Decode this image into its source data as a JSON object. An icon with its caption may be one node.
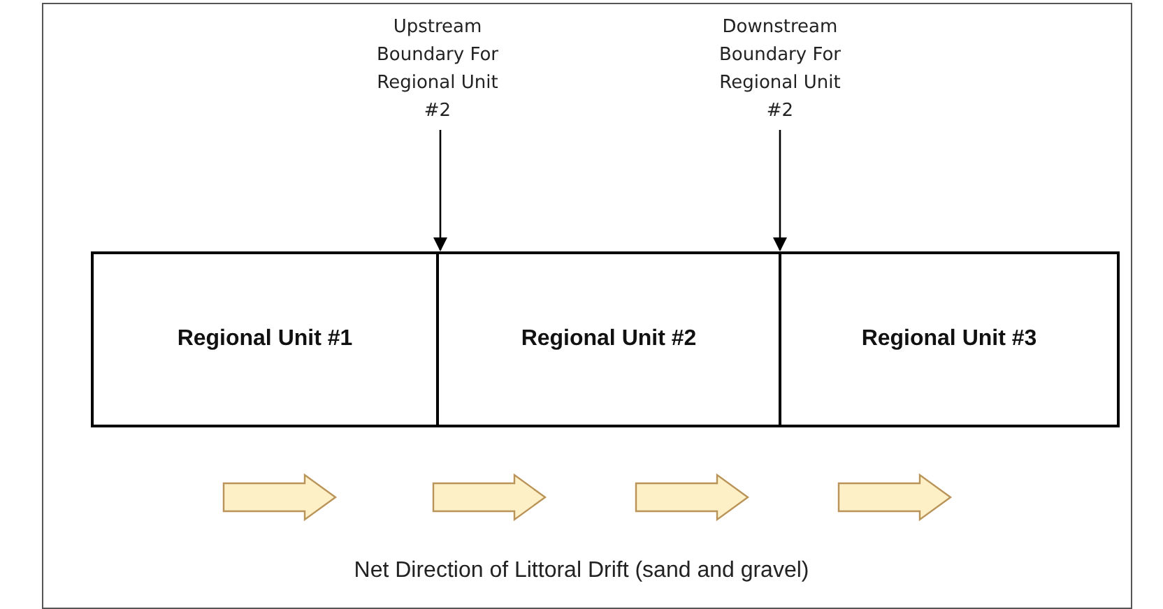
{
  "diagram": {
    "nodes": [
      {
        "text": [
          "Upstream Boundary For Regional Unit #2"
        ]
      },
      {
        "text": [
          "Downstream Boundary For Regional Unit #2"
        ]
      },
      {
        "text": [
          "Regional Unit #1"
        ]
      },
      {
        "text": [
          "Regional Unit #2"
        ]
      },
      {
        "text": [
          "Regional Unit #3"
        ]
      }
    ],
    "edges": [
      {
        "from": 0,
        "to": 3,
        "arrow": "to"
      },
      {
        "from": 1,
        "to": 3,
        "arrow": "to"
      }
    ],
    "labels": [
      "Net Direction of Littoral Drift (sand and gravel)"
    ]
  }
}
